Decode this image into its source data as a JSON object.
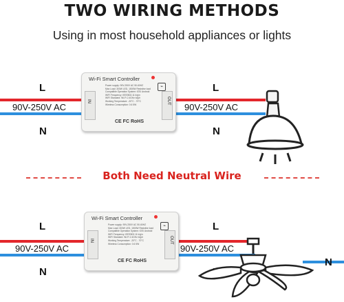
{
  "header": {
    "title": "TWO WIRING METHODS",
    "subtitle": "Using in most household appliances or lights"
  },
  "middle_note": "Both Need Neutral Wire",
  "labels": {
    "live": "L",
    "neutral": "N",
    "voltage": "90V-250V AC"
  },
  "controller": {
    "title": "Wi-Fi Smart Controller",
    "in_label": "IN",
    "out_label": "OUT",
    "marks": "CE FC RoHS",
    "specs": "Power supply: 90V-250V AC 50-60HZ\nMax Load: 300W LED, 1500W Resistive load\nCompatible Operation System: iOS/ Android\nWIFI Frequency: IEEE802.11 b/g/n\nWIFI Standard: Wi-Fi 2.4GHz b/g/n\nWorking Temperature: -20°C - 70°C\nWireless Consumption: 0.6 5W"
  },
  "colors": {
    "live_wire": "#e3262b",
    "neutral_wire": "#2d8fde",
    "accent_text": "#d9231e"
  },
  "icons": {
    "lamp": "ceiling-spot-lamp-icon",
    "fan": "ceiling-fan-icon"
  }
}
